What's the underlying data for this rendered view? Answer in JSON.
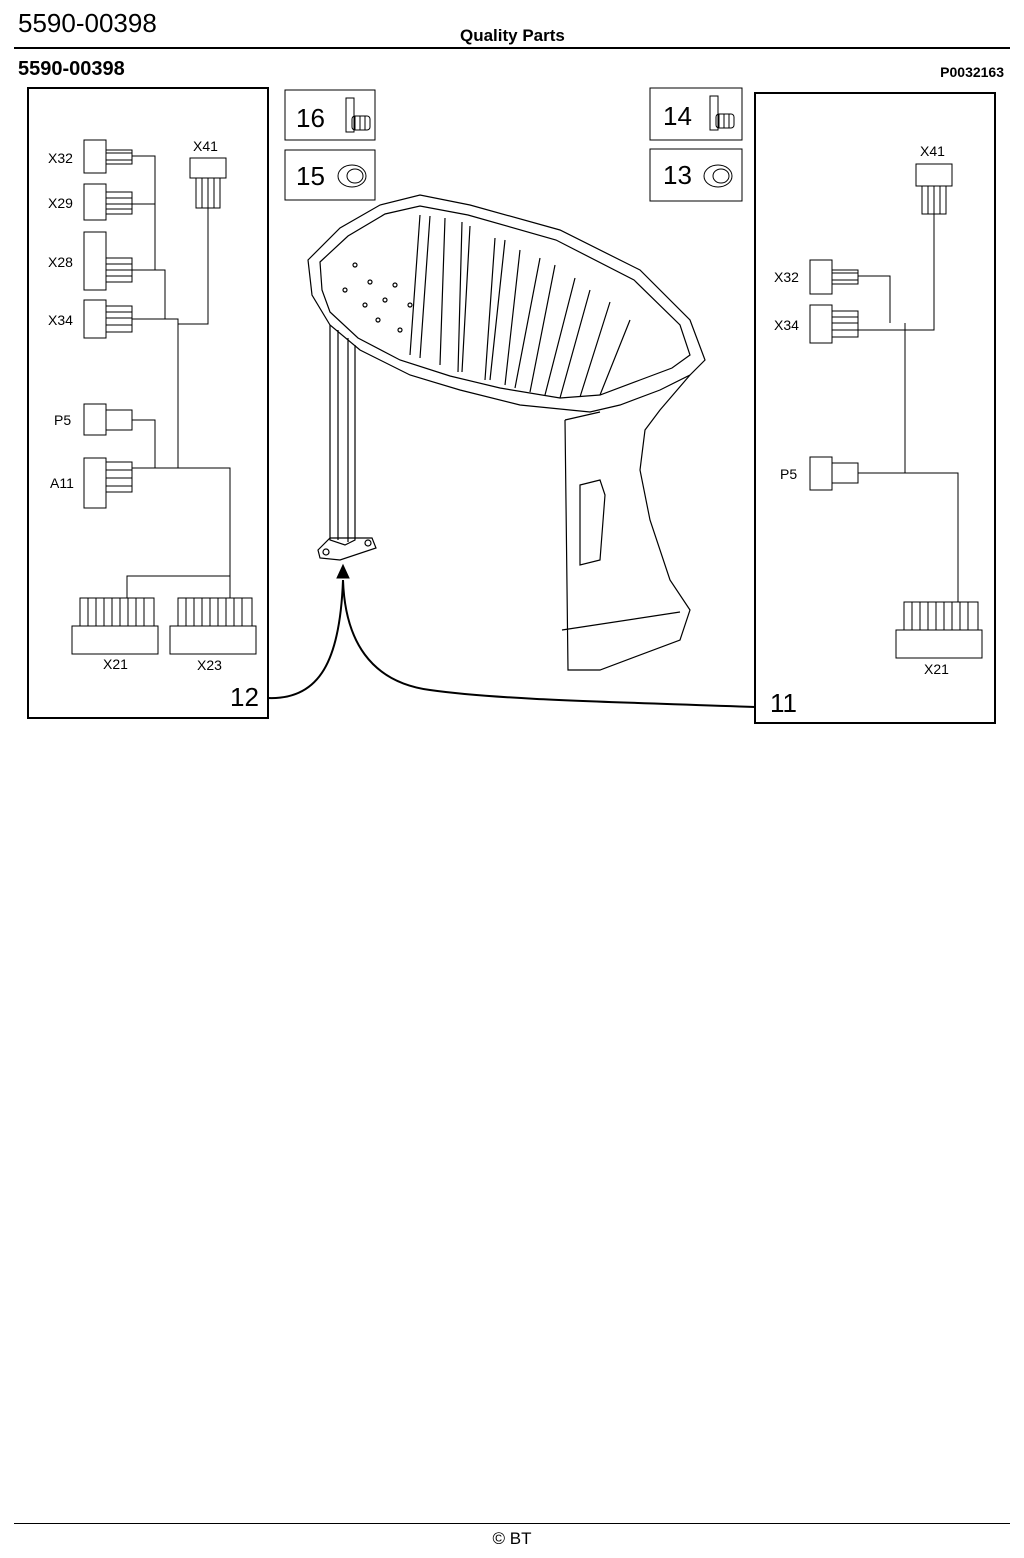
{
  "header": {
    "code": "5590-00398",
    "title": "Quality Parts",
    "sub_code": "5590-00398",
    "drawing_no": "P0032163"
  },
  "left_panel": {
    "number": "12",
    "connectors": [
      "X32",
      "X29",
      "X28",
      "X34",
      "P5",
      "A11",
      "X41",
      "X21",
      "X23"
    ]
  },
  "right_panel": {
    "number": "11",
    "connectors": [
      "X41",
      "X32",
      "X34",
      "P5",
      "X21"
    ]
  },
  "callouts": {
    "c16": "16",
    "c15": "15",
    "c14": "14",
    "c13": "13"
  },
  "footer": {
    "copyright": "© BT"
  }
}
